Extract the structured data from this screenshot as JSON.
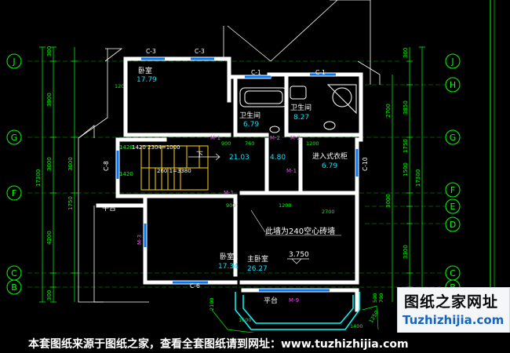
{
  "drawing": {
    "grid_left": [
      "J",
      "G",
      "F",
      "C",
      "B"
    ],
    "grid_right": [
      "J",
      "H",
      "G",
      "F",
      "E",
      "D",
      "C",
      "B"
    ],
    "rooms": {
      "bedroom_nw": {
        "name": "卧室",
        "area": "17.79"
      },
      "bath_left": {
        "name": "卫生间",
        "area": "6.79"
      },
      "bath_right": {
        "name": "卫生间",
        "area": "8.27"
      },
      "walkin": {
        "name": "进入式衣柜",
        "area": "6.79"
      },
      "hall": {
        "area": "21.03"
      },
      "closet": {
        "area": "4.80"
      },
      "bedroom_sw": {
        "name": "卧室",
        "area": "17.34"
      },
      "master": {
        "name": "主卧室",
        "area": "26.27"
      },
      "terrace_w": {
        "name": "平台"
      },
      "terrace_s": {
        "name": "平台"
      }
    },
    "doors": {
      "m1_a": "M-1",
      "m1_b": "M-1",
      "m1_c": "M-1",
      "m2_a": "M-2",
      "m2_b": "M-2",
      "m3": "M-3",
      "m9": "M-9"
    },
    "windows": {
      "c3_a": "C-3",
      "c3_b": "C-3",
      "c1_a": "C-1",
      "c1_b": "C-1",
      "c6": "C-6",
      "c8": "C-8",
      "c10": "C-10"
    },
    "notes": {
      "wall_note": "此墙为240空心砖墙",
      "level": "3.750",
      "stair_down": "下",
      "stair_dim_top": "1420 2304=1000",
      "stair_dim_mid": "260 1=3380",
      "stair_1420a": "1420",
      "stair_1420b": "1420"
    },
    "dims_left": [
      "300",
      "3900",
      "3000",
      "17300",
      "3000",
      "1750",
      "4200",
      "300"
    ],
    "dims_right": [
      "300",
      "3850",
      "2700",
      "1750",
      "1500",
      "17300",
      "3000",
      "3300",
      "300"
    ],
    "dims_misc": [
      "900",
      "1200",
      "760",
      "900",
      "1200",
      "2700",
      "1600",
      "120",
      "2100",
      "1400",
      "1250",
      "500",
      "700"
    ]
  },
  "watermark": {
    "title": "图纸之家网址",
    "url": "Tuzhizhijia.com"
  },
  "footer": {
    "text": "本套图纸来源于图纸之家，查看全套图纸请到网址：www.tuzhizhijia.com"
  },
  "colors": {
    "wall": "#ffffff",
    "grid": "#00cc00",
    "dim": "#00ff00",
    "window": "#0066ff",
    "label": "#ffffff",
    "area": "#00e5ff",
    "stair": "#ffd700",
    "door_tag": "#ff00ff"
  }
}
